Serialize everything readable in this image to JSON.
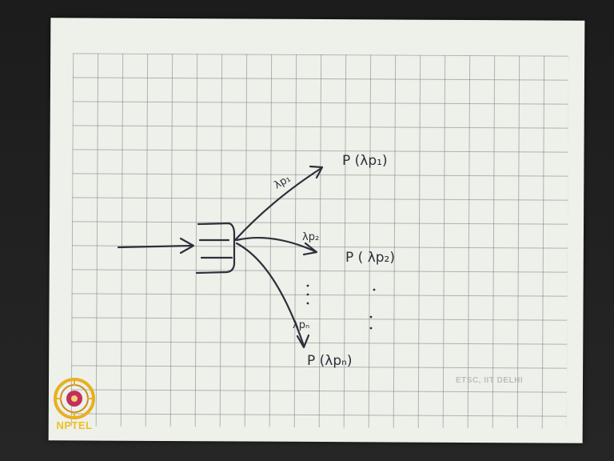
{
  "diagram": {
    "labels": {
      "branch1_rate": "λp₁",
      "branch1_output": "P (λp₁)",
      "branch2_rate": "λp₂",
      "branch2_output": "P ( λp₂)",
      "branchn_rate": "λpₙ",
      "branchn_output": "P (λpₙ)"
    }
  },
  "watermark": "ETSC, IIT DELHI",
  "logo": {
    "text": "NPTEL",
    "colors": {
      "ring": "#e8b020",
      "inner": "#c0305a",
      "text": "#f0c020"
    }
  },
  "colors": {
    "paper": "#eef0ea",
    "grid": "#7f8a8a",
    "ink": "#2e2f3a",
    "background": "#1a1a1a"
  }
}
